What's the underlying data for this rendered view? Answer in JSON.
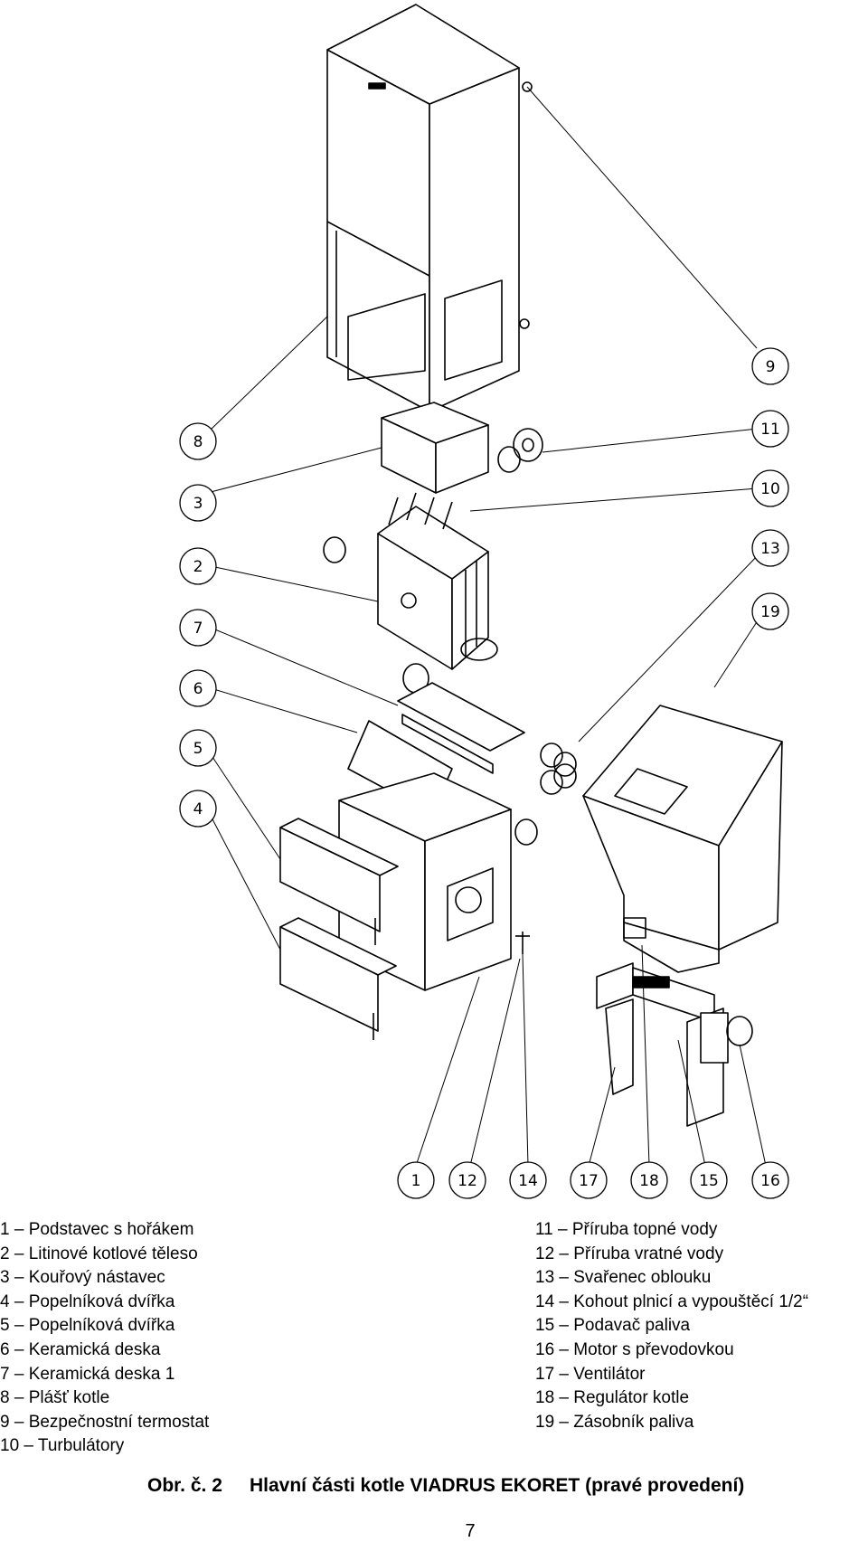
{
  "figure": {
    "callouts": [
      "1",
      "2",
      "3",
      "4",
      "5",
      "6",
      "7",
      "8",
      "9",
      "10",
      "11",
      "12",
      "13",
      "14",
      "15",
      "16",
      "17",
      "18",
      "19"
    ]
  },
  "legend": {
    "left": [
      "1 – Podstavec s hořákem",
      "2 – Litinové kotlové těleso",
      "3 – Kouřový nástavec",
      "4 – Popelníková dvířka",
      "5 – Popelníková dvířka",
      "6 – Keramická deska",
      "7 – Keramická deska 1",
      "8 – Plášť kotle",
      "9 – Bezpečnostní termostat",
      "10 – Turbulátory"
    ],
    "right": [
      "11 – Příruba topné vody",
      "12 – Příruba vratné vody",
      "13 – Svařenec oblouku",
      "14 – Kohout plnicí a vypouštěcí 1/2“",
      "15 – Podavač paliva",
      "16 – Motor s převodovkou",
      "17 – Ventilátor",
      "18 – Regulátor kotle",
      "19 – Zásobník paliva"
    ]
  },
  "caption": {
    "number": "Obr. č. 2",
    "text": "Hlavní části kotle VIADRUS EKORET (pravé provedení)"
  },
  "page_number": "7"
}
